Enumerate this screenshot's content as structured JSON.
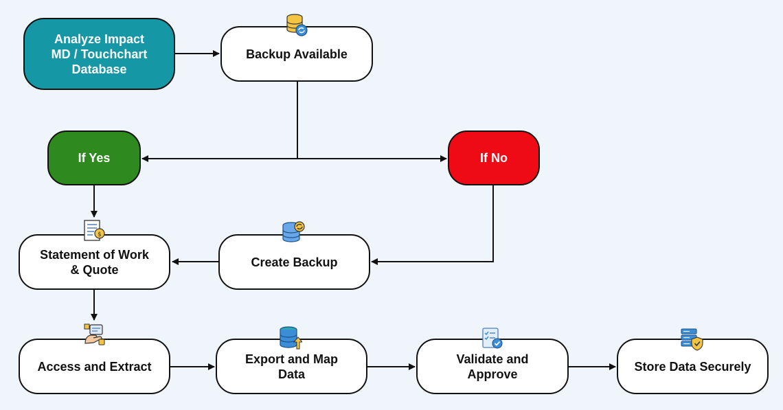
{
  "nodes": {
    "analyze": "Analyze Impact\nMD / Touchchart\nDatabase",
    "backup_available": "Backup Available",
    "if_yes": "If Yes",
    "if_no": "If No",
    "statement": "Statement of Work\n& Quote",
    "create_backup": "Create Backup",
    "access": "Access and Extract",
    "export": "Export and Map\nData",
    "validate": "Validate and\nApprove",
    "store": "Store Data Securely"
  },
  "colors": {
    "teal": "#1597a6",
    "green": "#2e891e",
    "red": "#ee0b16",
    "background": "#eff5fb"
  },
  "icons": {
    "backup_available": "database-sync-icon",
    "statement": "document-quote-icon",
    "create_backup": "database-refresh-icon",
    "access": "hand-access-icon",
    "export": "database-export-icon",
    "validate": "checklist-icon",
    "store": "server-shield-icon"
  }
}
